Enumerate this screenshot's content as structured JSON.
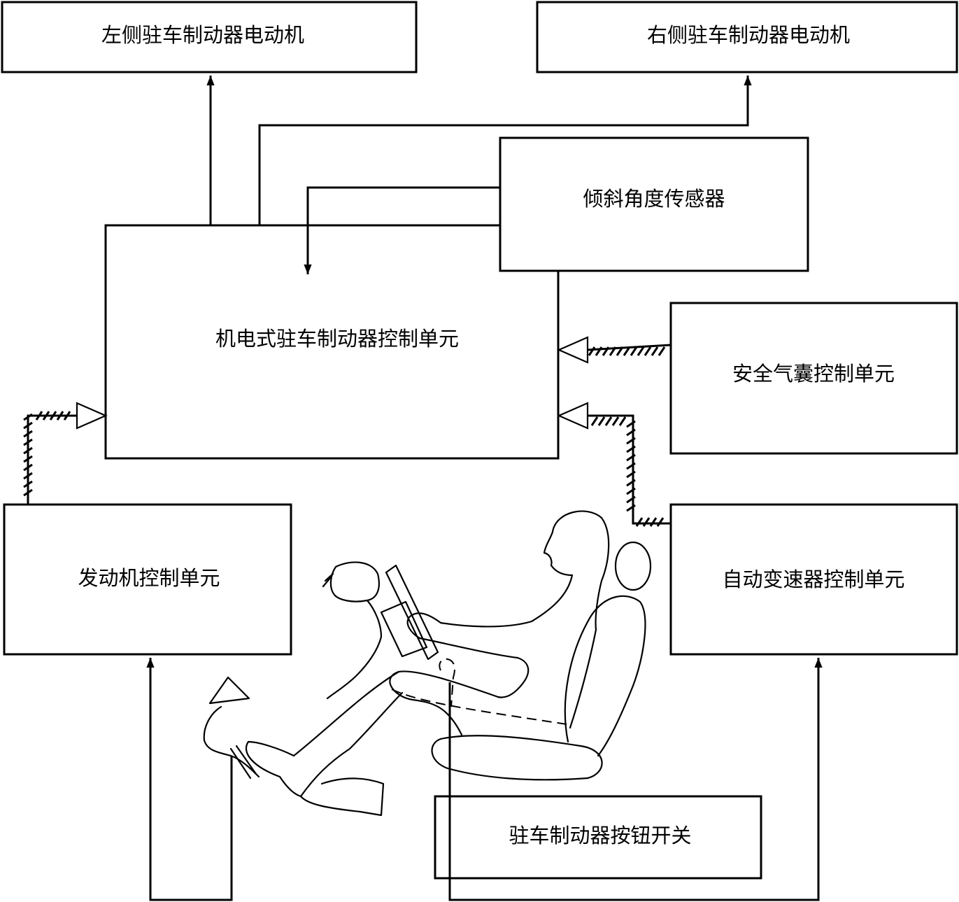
{
  "diagram": {
    "boxes": {
      "left_motor": "左侧驻车制动器电动机",
      "right_motor": "右侧驻车制动器电动机",
      "tilt_sensor": "倾斜角度传感器",
      "epb_ecu": "机电式驻车制动器控制单元",
      "airbag_ecu": "安全气囊控制单元",
      "engine_ecu": "发动机控制单元",
      "transmission_ecu": "自动变速器控制单元",
      "switch": "驻车制动器按钮开关"
    }
  }
}
